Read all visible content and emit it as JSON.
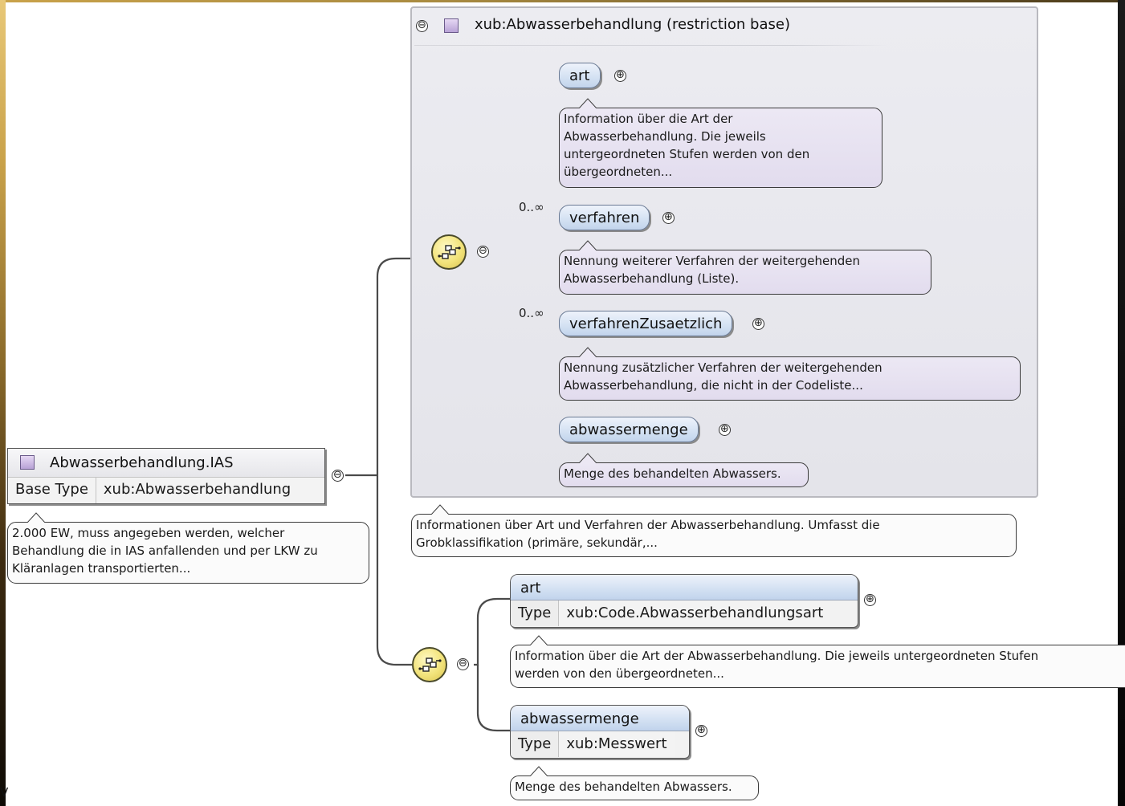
{
  "root": {
    "name": "Abwasserbehandlung.IAS",
    "base_type_label": "Base Type",
    "base_type_value": "xub:Abwasserbehandlung",
    "doc": "2.000 EW, muss angegeben werden, welcher\nBehandlung die in IAS anfallenden und per LKW zu\nKläranlagen transportierten..."
  },
  "group": {
    "title": "xub:Abwasserbehandlung (restriction base)",
    "doc": "Informationen über Art und Verfahren der Abwasserbehandlung. Umfasst die\nGrobklassifikation (primäre, sekundär,...",
    "elements": [
      {
        "name": "art",
        "occurs": "",
        "doc": "Information über die Art der\nAbwasserbehandlung. Die jeweils\nuntergeordneten Stufen werden von den\nübergeordneten..."
      },
      {
        "name": "verfahren",
        "occurs": "0..∞",
        "doc": "Nennung weiterer Verfahren der weitergehenden\nAbwasserbehandlung (Liste)."
      },
      {
        "name": "verfahrenZusaetzlich",
        "occurs": "0..∞",
        "doc": "Nennung zusätzlicher Verfahren der weitergehenden\nAbwasserbehandlung, die nicht in der Codeliste..."
      },
      {
        "name": "abwassermenge",
        "occurs": "",
        "doc": "Menge des behandelten Abwassers."
      }
    ]
  },
  "extension": {
    "elements": [
      {
        "name": "art",
        "type_label": "Type",
        "type_value": "xub:Code.Abwasserbehandlungsart",
        "doc": "Information über die Art der Abwasserbehandlung. Die jeweils untergeordneten Stufen\nwerden von den übergeordneten..."
      },
      {
        "name": "abwassermenge",
        "type_label": "Type",
        "type_value": "xub:Messwert",
        "doc": "Menge des behandelten Abwassers."
      }
    ]
  },
  "toggles": {
    "collapse": "⊖",
    "expand": "⊕"
  },
  "icons": {
    "type_square": "complex-type-icon",
    "compositor": "sequence-compositor-icon"
  },
  "colors": {
    "pill_top": "#eef3fb",
    "pill_bottom": "#c2d4ec",
    "note_purple": "#e2dcee",
    "compositor": "#f2e37a",
    "type_square": "#b8a2d6"
  },
  "corner_text": "V"
}
